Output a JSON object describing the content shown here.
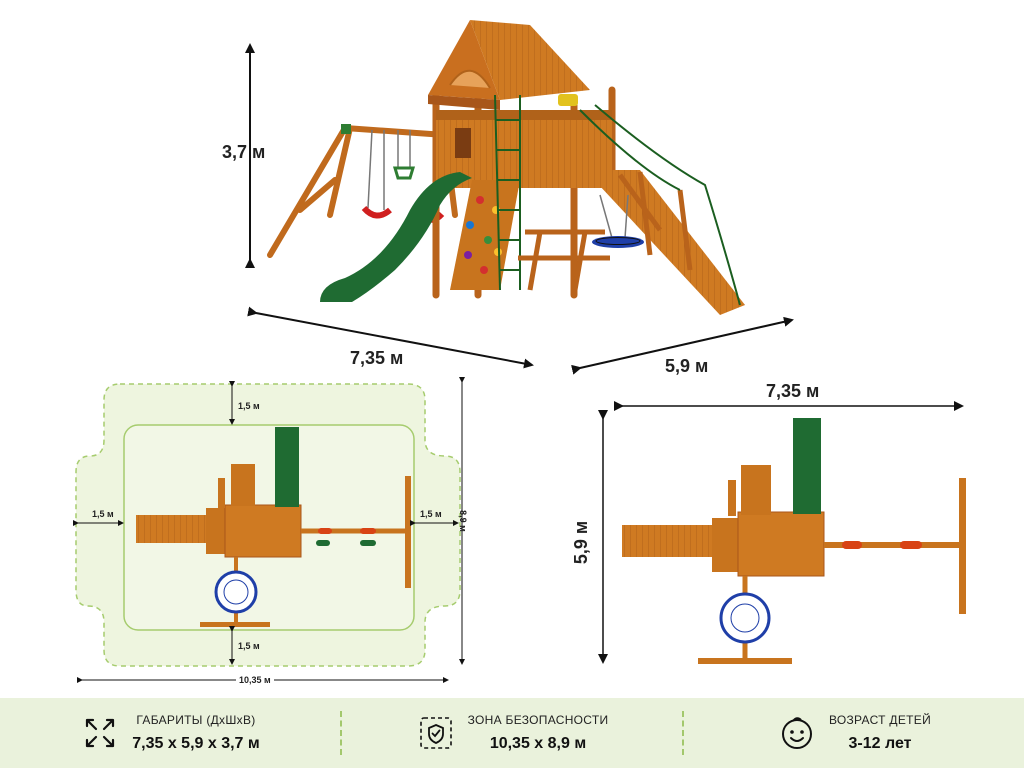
{
  "hero": {
    "height_label": "3,7 м",
    "length_label": "7,35 м",
    "depth_label": "5,9 м"
  },
  "zone_plan": {
    "top_margin": "1,5 м",
    "bottom_margin": "1,5 м",
    "left_margin": "1,5 м",
    "right_margin": "1,5 м",
    "height_label": "8,9 м",
    "width_label": "10,35 м"
  },
  "top_plan": {
    "width_label": "7,35 м",
    "height_label": "5,9 м"
  },
  "colors": {
    "wood": "#c8741e",
    "slide": "#1f6b32",
    "zone_fill": "#eef5df",
    "zone_border": "#a6cc6e",
    "bar_bg": "#eaf2dc"
  },
  "stats": [
    {
      "icon": "expand-arrows-icon",
      "title": "ГАБАРИТЫ (ДхШхВ)",
      "value": "7,35 х 5,9 х 3,7 м"
    },
    {
      "icon": "safety-zone-icon",
      "title": "ЗОНА БЕЗОПАСНОСТИ",
      "value": "10,35 х 8,9 м"
    },
    {
      "icon": "child-face-icon",
      "title": "ВОЗРАСТ ДЕТЕЙ",
      "value": "3-12 лет"
    }
  ]
}
